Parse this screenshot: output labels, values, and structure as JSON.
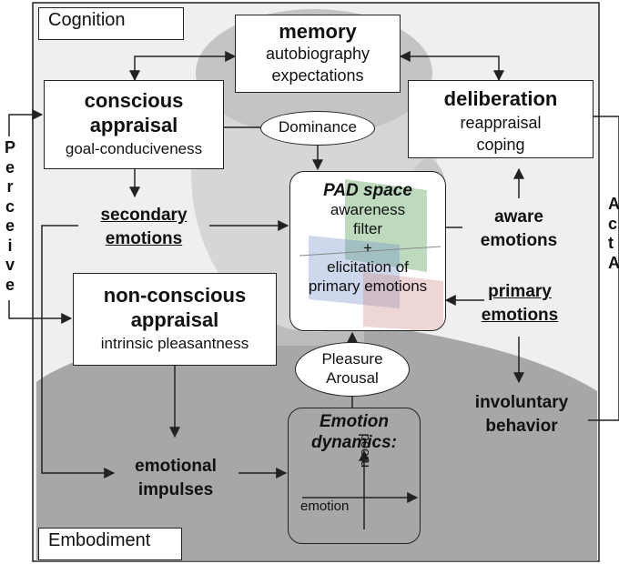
{
  "corner_labels": {
    "top": "Cognition",
    "bottom": "Embodiment"
  },
  "memory": {
    "title": "memory",
    "lines": [
      "autobiography",
      "expectations"
    ]
  },
  "conscious_appraisal": {
    "title": [
      "conscious",
      "appraisal"
    ],
    "subtitle": "goal-conduciveness"
  },
  "deliberation": {
    "title": "deliberation",
    "lines": [
      "reappraisal",
      "coping"
    ]
  },
  "dominance": "Dominance",
  "pad_space": {
    "title": "PAD space",
    "lines": [
      "awareness",
      "filter",
      "+",
      "elicitation of",
      "primary emotions"
    ]
  },
  "secondary_emotions": [
    "secondary",
    "emotions"
  ],
  "aware_emotions": [
    "aware",
    "emotions"
  ],
  "non_conscious_appraisal": {
    "title": [
      "non-conscious",
      "appraisal"
    ],
    "subtitle": "intrinsic pleasantness"
  },
  "primary_emotions": [
    "primary",
    "emotions"
  ],
  "pleasure_arousal": [
    "Pleasure",
    "Arousal"
  ],
  "involuntary_behavior": [
    "involuntary",
    "behavior"
  ],
  "emotion_dynamics": {
    "title": [
      "Emotion",
      "dynamics:"
    ],
    "axis_x": "emotion",
    "axis_y": "mood"
  },
  "emotional_impulses": [
    "emotional",
    "impulses"
  ],
  "perceive_letters": [
    "P",
    "e",
    "r",
    "c",
    "e",
    "i",
    "v",
    "e"
  ],
  "right_edge_letters": [
    "A",
    "c",
    "t",
    "A"
  ],
  "colors": {
    "line": "#222222",
    "bg_face": "#d4d4d4",
    "bg_body": "#9a9a9a",
    "pad_green": "#6fae6f",
    "pad_blue": "#6f8ec8",
    "pad_red": "#d08a8a"
  }
}
